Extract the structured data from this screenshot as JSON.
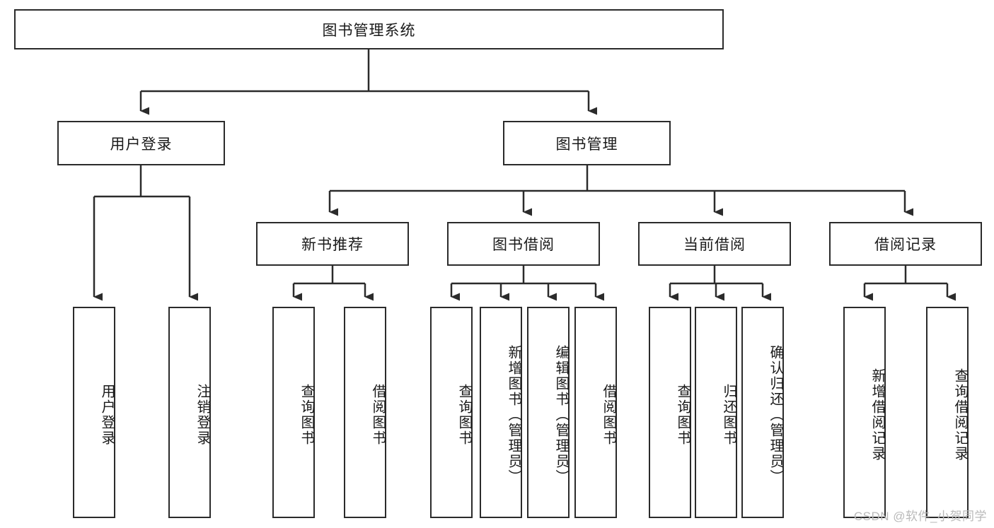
{
  "diagram": {
    "type": "tree",
    "title": "图书管理系统",
    "root": {
      "id": "root",
      "label": "图书管理系统"
    },
    "level2": [
      {
        "id": "user-login",
        "label": "用户登录"
      },
      {
        "id": "book-management",
        "label": "图书管理"
      }
    ],
    "level3": [
      {
        "id": "new-book-recommend",
        "label": "新书推荐"
      },
      {
        "id": "book-borrow",
        "label": "图书借阅"
      },
      {
        "id": "current-borrow",
        "label": "当前借阅"
      },
      {
        "id": "borrow-record",
        "label": "借阅记录"
      }
    ],
    "leaves": {
      "user_login": [
        {
          "id": "leaf-user-login",
          "label": "用户登录"
        },
        {
          "id": "leaf-logout-login",
          "label": "注销登录"
        }
      ],
      "new_book_recommend": [
        {
          "id": "leaf-query-book-1",
          "label": "查询图书"
        },
        {
          "id": "leaf-borrow-book-1",
          "label": "借阅图书"
        }
      ],
      "book_borrow": [
        {
          "id": "leaf-query-book-2",
          "label": "查询图书"
        },
        {
          "id": "leaf-add-book-admin",
          "label": "新增图书（管理员）"
        },
        {
          "id": "leaf-edit-book-admin",
          "label": "编辑图书（管理员）"
        },
        {
          "id": "leaf-borrow-book-2",
          "label": "借阅图书"
        }
      ],
      "current_borrow": [
        {
          "id": "leaf-query-book-3",
          "label": "查询图书"
        },
        {
          "id": "leaf-return-book",
          "label": "归还图书"
        },
        {
          "id": "leaf-confirm-return-admin",
          "label": "确认归还（管理员）"
        }
      ],
      "borrow_record": [
        {
          "id": "leaf-add-borrow-record",
          "label": "新增借阅记录"
        },
        {
          "id": "leaf-query-borrow-record",
          "label": "查询借阅记录"
        }
      ]
    },
    "colors": {
      "stroke": "#2b2b2b",
      "fill": "#ffffff",
      "text": "#1a1a1a",
      "watermark": "#b9b9b9"
    }
  },
  "watermark": {
    "text": "CSDN @软件_小贺同学"
  }
}
